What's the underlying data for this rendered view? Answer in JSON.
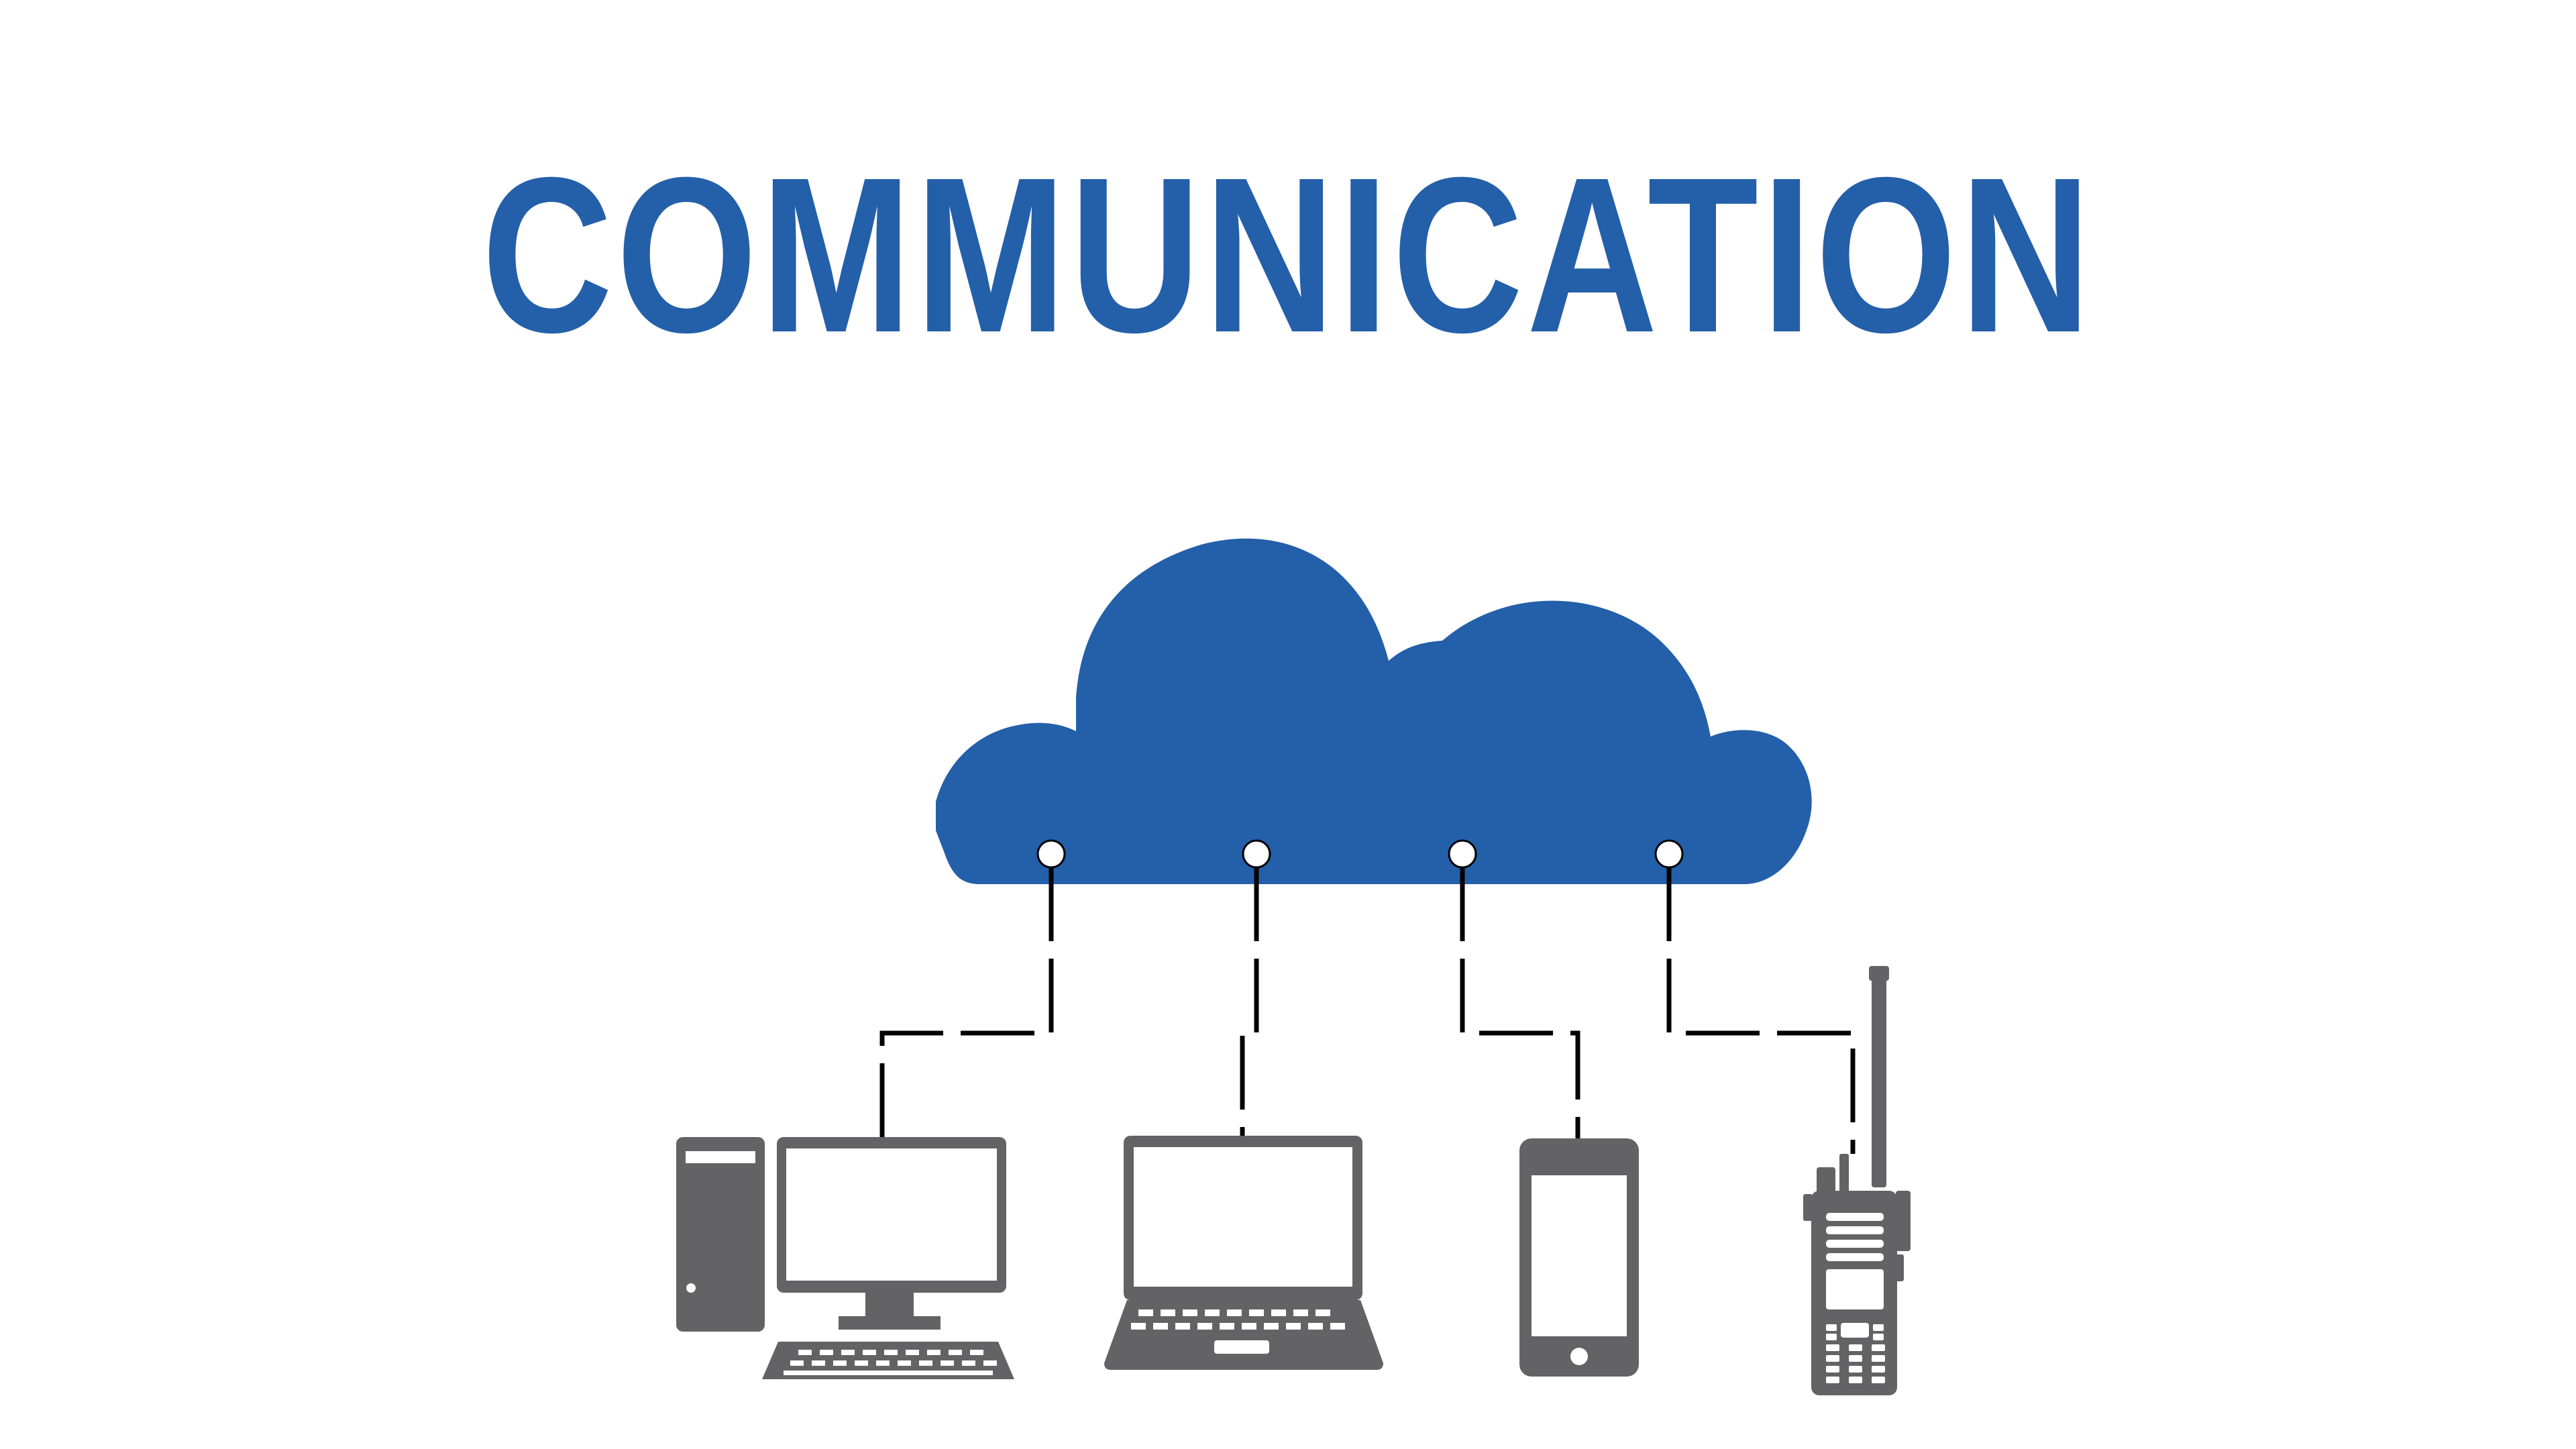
{
  "title": "COMMUNICATION",
  "colors": {
    "cloud": "#245fa9",
    "title": "#245fa9",
    "device": "#636366",
    "connector": "#000000",
    "background": "#ffffff"
  },
  "nodes": [
    {
      "id": "cloud",
      "icon": "cloud-icon"
    },
    {
      "id": "desktop",
      "icon": "desktop-computer-icon"
    },
    {
      "id": "laptop",
      "icon": "laptop-icon"
    },
    {
      "id": "smartphone",
      "icon": "smartphone-icon"
    },
    {
      "id": "two-way-radio",
      "icon": "two-way-radio-icon"
    }
  ],
  "edges": [
    {
      "from": "cloud",
      "to": "desktop",
      "style": "dashed"
    },
    {
      "from": "cloud",
      "to": "laptop",
      "style": "dashed"
    },
    {
      "from": "cloud",
      "to": "smartphone",
      "style": "dashed"
    },
    {
      "from": "cloud",
      "to": "two-way-radio",
      "style": "dashed"
    }
  ]
}
